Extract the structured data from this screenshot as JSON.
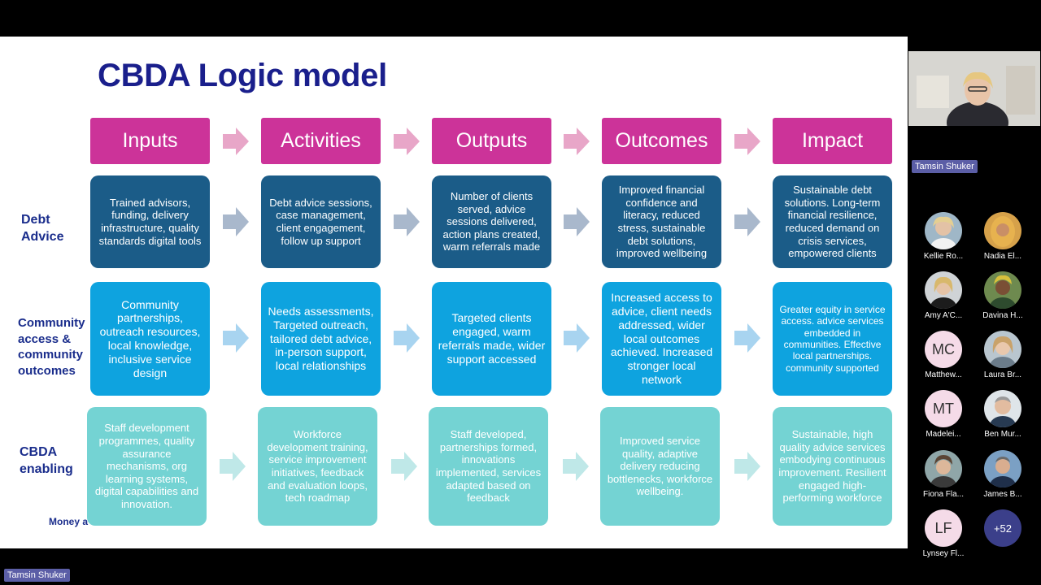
{
  "slide": {
    "title": "CBDA Logic model",
    "headers": [
      "Inputs",
      "Activities",
      "Outputs",
      "Outcomes",
      "Impact"
    ],
    "row_labels": [
      "Debt\nAdvice",
      "Community\naccess &\ncommunity\noutcomes",
      "CBDA\nenabling"
    ],
    "rows": [
      [
        "Trained advisors, funding, delivery infrastructure, quality standards digital tools",
        "Debt advice sessions, case management, client engagement, follow up support",
        "Number of clients served, advice sessions delivered, action plans created, warm referrals made",
        "Improved financial confidence and literacy, reduced stress, sustainable debt solutions, improved wellbeing",
        "Sustainable debt solutions. Long-term financial resilience, reduced demand on crisis services, empowered clients"
      ],
      [
        "Community partnerships, outreach resources, local knowledge, inclusive service design",
        "Needs assessments, Targeted outreach, tailored debt advice, in-person support, local relationships",
        "Targeted clients engaged, warm referrals made, wider support accessed",
        "Increased access to advice, client needs addressed, wider local outcomes achieved. Increased stronger local network",
        "Greater equity in service access. advice services embedded in communities. Effective local partnerships. community supported"
      ],
      [
        "Staff development programmes, quality assurance mechanisms, org learning systems, digital capabilities and innovation.",
        "Workforce development training, service improvement initiatives, feedback and evaluation loops, tech roadmap",
        "Staff developed, partnerships formed, innovations implemented, services adapted based on feedback",
        "Improved service quality, adaptive delivery reducing bottlenecks, workforce wellbeing.",
        "Sustainable, high quality advice services embodying continuous improvement. Resilient engaged high-performing workforce"
      ]
    ],
    "footer_note": "Money a",
    "colors": {
      "header": "#cc3399",
      "row1": "#1b5c88",
      "row2": "#0ea3df",
      "row3": "#74d3d3",
      "title": "#1a1f8c"
    }
  },
  "speaker": {
    "name": "Tamsin Shuker"
  },
  "bottom_tag": "Tamsin Shuker",
  "participants": [
    {
      "name": "Kellie Ro...",
      "initials": ""
    },
    {
      "name": "Nadia El...",
      "initials": ""
    },
    {
      "name": "Amy A'C...",
      "initials": ""
    },
    {
      "name": "Davina H...",
      "initials": ""
    },
    {
      "name": "Matthew...",
      "initials": "MC"
    },
    {
      "name": "Laura Br...",
      "initials": ""
    },
    {
      "name": "Madelei...",
      "initials": "MT"
    },
    {
      "name": "Ben Mur...",
      "initials": ""
    },
    {
      "name": "Fiona Fla...",
      "initials": ""
    },
    {
      "name": "James B...",
      "initials": ""
    },
    {
      "name": "Lynsey Fl...",
      "initials": "LF"
    }
  ],
  "more_count": "+52"
}
